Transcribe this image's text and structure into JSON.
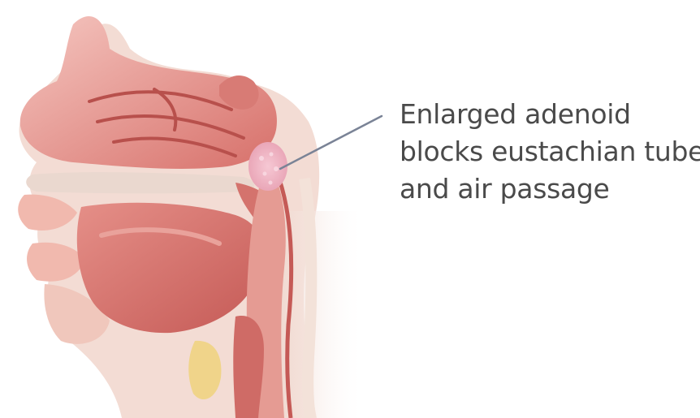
{
  "diagram": {
    "annotation": {
      "lines": [
        "Enlarged adenoid",
        "blocks eustachian tube",
        "and air passage"
      ]
    },
    "colors": {
      "tissue_light": "#f2b8b2",
      "tissue_mid": "#e08a82",
      "tissue_dark": "#c9625d",
      "skin": "#f0c0b6",
      "bone_light": "#eadfd8",
      "fold_line": "#b8504c",
      "adenoid": "#efb3c4",
      "pointer_line": "#7a8396",
      "yellow_tissue": "#f0d48a",
      "text": "#4a4a4a"
    }
  }
}
